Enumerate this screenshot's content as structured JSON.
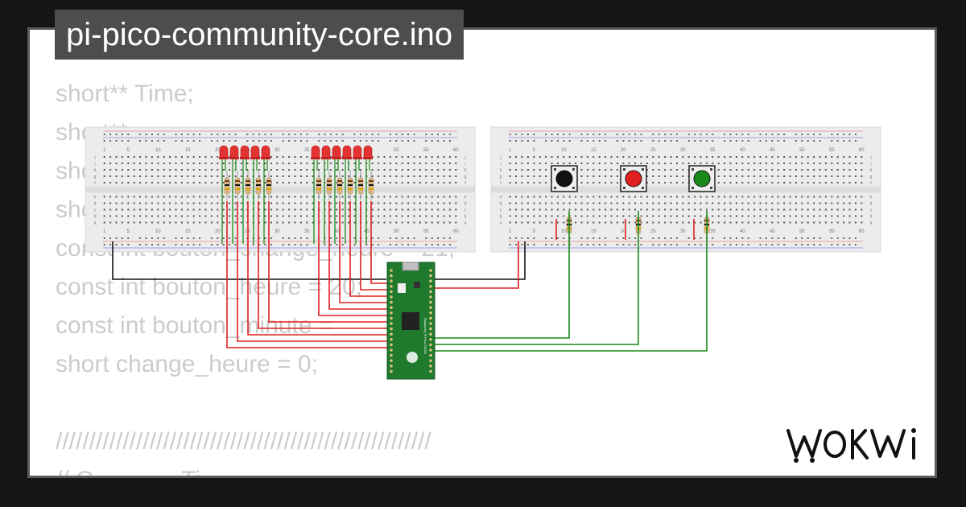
{
  "project": {
    "filename": "pi-pico-community-core.ino"
  },
  "code_lines": [
    "short** Time;",
    "short** ",
    "short** ",
    "short** ",
    "const int bouton_change_heure = 21;",
    "const int bouton_heure = 20;",
    "const int bouton_minute = ",
    "short change_heure = 0;",
    "",
    "////////////////////////////////////////////////////////",
    "// G             Ti"
  ],
  "breadboard": {
    "column_labels": [
      "1",
      "5",
      "10",
      "15",
      "20",
      "25",
      "30",
      "35",
      "40",
      "45",
      "50",
      "55",
      "60"
    ],
    "row_labels_top": [
      "j",
      "i",
      "h",
      "g",
      "f"
    ],
    "row_labels_bottom": [
      "e",
      "d",
      "c",
      "b",
      "a"
    ]
  },
  "pico": {
    "label": "Raspberry Pi Pico ©2020"
  },
  "buttons": [
    {
      "name": "black",
      "color": "#111111"
    },
    {
      "name": "red",
      "color": "#e02020"
    },
    {
      "name": "green",
      "color": "#1a8a1a"
    }
  ],
  "colors": {
    "background": "#151515",
    "card": "#ffffff",
    "badge": "#4d4d4d",
    "code_text": "#cccccc",
    "breadboard": "#ececec",
    "led": "#e33333",
    "wire_red": "#e02020",
    "wire_green": "#1a8a1a",
    "wire_black": "#111111",
    "pico_board": "#1f7a2e"
  },
  "branding": {
    "logo": "WOKWI",
    "logo_icon": "wokwi-logo"
  }
}
